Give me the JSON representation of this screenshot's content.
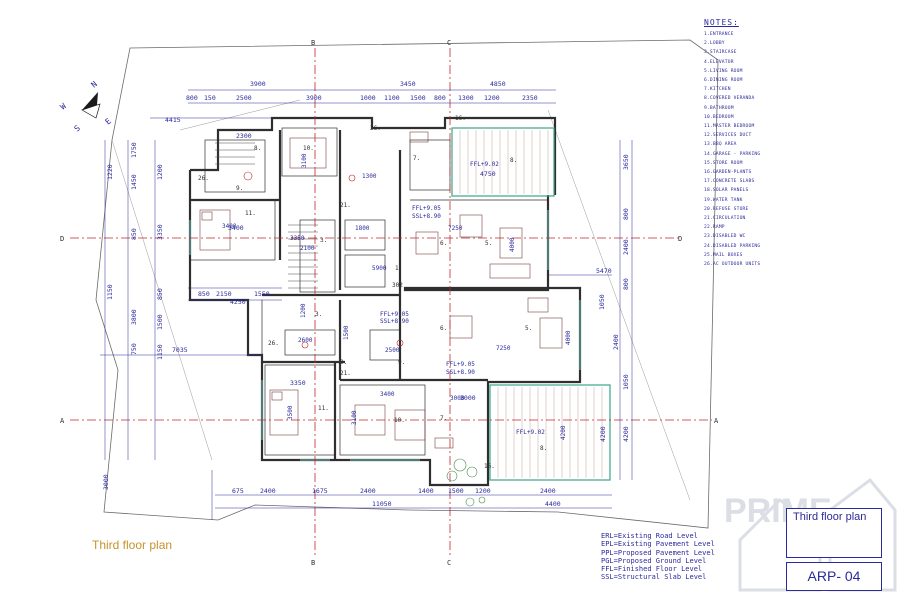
{
  "plan_title": "Third floor plan",
  "notes": {
    "heading": "NOTES:",
    "items": [
      "1.ENTRANCE",
      "2.LOBBY",
      "3.STAIRCASE",
      "4.ELEVATOR",
      "5.LIVING ROOM",
      "6.DINING ROOM",
      "7.KITCHEN",
      "8.COVERED VERANDA",
      "9.BATHROOM",
      "10.BEDROOM",
      "11.MASTER BEDROOM",
      "12.SERVICES DUCT",
      "13.BBQ AREA",
      "14.GARAGE - PARKING",
      "15.STORE ROOM",
      "16.GARDEN-PLANTS",
      "17.CONCRETE SLABS",
      "18.SOLAR PANELS",
      "19.WATER TANK",
      "20.REFUSE STORE",
      "21.CIRCULATION",
      "22.RAMP",
      "23.DISABLED WC",
      "24.DISABLED PARKING",
      "25.MAIL BOXES",
      "26.AC OUTDOOR UNITS"
    ]
  },
  "legend": [
    "ERL=Existing Road Level",
    "EPL=Existing Pavement Level",
    "PPL=Proposed Pavement Level",
    "PGL=Proposed Ground Level",
    "FFL=Finished Floor Level",
    "SSL=Structural Slab Level"
  ],
  "title_block": {
    "drawing_title": "Third floor plan",
    "sheet_number": "ARP- 04"
  },
  "north_arrow": {
    "letters": [
      "N",
      "W",
      "S",
      "E"
    ]
  },
  "section_markers": {
    "b": "B",
    "c": "C",
    "d": "D",
    "a": "A"
  },
  "dimensions": {
    "top_row_1": [
      "3900",
      "3450",
      "4850"
    ],
    "top_row_2": [
      "800",
      "150",
      "2500",
      "3900",
      "1000",
      "1100",
      "1500",
      "800",
      "1300",
      "1200",
      "2350"
    ],
    "top_small": [
      "2300",
      "4415",
      "3400",
      "3000",
      "4750"
    ],
    "left_column": [
      "1750",
      "1450",
      "1200",
      "850",
      "3350",
      "3800",
      "750",
      "850",
      "1500",
      "1150"
    ],
    "left_labels": [
      "1220",
      "1150"
    ],
    "mid_row": [
      "850",
      "2150",
      "1550",
      "4250",
      "7035",
      "3350",
      "5470"
    ],
    "right_column": [
      "3650",
      "800",
      "2400",
      "1050",
      "800",
      "2400",
      "1050",
      "4200",
      "4200"
    ],
    "bottom_row_1": [
      "675",
      "2400",
      "1675",
      "2400",
      "1400",
      "1500",
      "1200",
      "2400"
    ],
    "bottom_row_2": [
      "11050",
      "4400"
    ],
    "bottom_left": "3000",
    "room_dims": [
      "3400",
      "3100",
      "4000",
      "7250",
      "4000",
      "7250",
      "3350",
      "3500",
      "3400",
      "3000",
      "3100",
      "4200",
      "2500",
      "2600",
      "1800",
      "2100",
      "1200",
      "1500",
      "5900",
      "1300"
    ]
  },
  "levels": [
    "FFL+9.05",
    "SSL+8.90",
    "FFL+9.02",
    "FFL+9.05",
    "SSL+8.90",
    "FFL+9.05",
    "SSL+8.90",
    "FFL+9.02"
  ],
  "room_numbers": [
    "8.",
    "10.",
    "9.",
    "26.",
    "7.",
    "16.",
    "8.",
    "26.",
    "11.",
    "21.",
    "6.",
    "5.",
    "3.",
    "1.",
    "302",
    "6.",
    "5.",
    "26.",
    "9.",
    "3.",
    "21.",
    "11.",
    "10.",
    "7.",
    "8.",
    "16.",
    "9."
  ],
  "watermark": "PRIME",
  "colors": {
    "line": "#2f2f2f",
    "dimension_blue": "#2a2a9a",
    "axis_red": "#c0282c",
    "caption_orange": "#c8912a",
    "glazing_cyan": "#6fc9c6",
    "veranda_green": "#3aa58a"
  }
}
